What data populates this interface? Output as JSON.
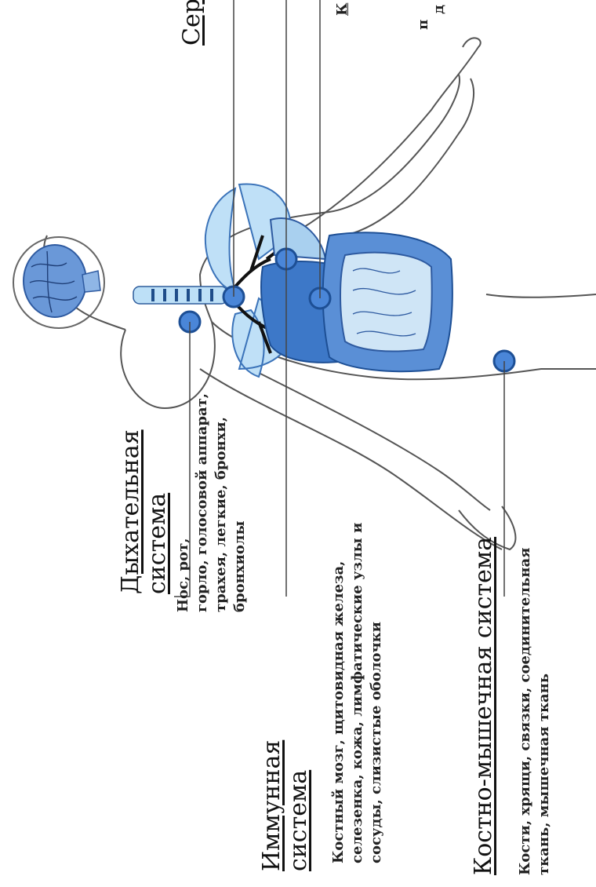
{
  "systems": [
    {
      "title_line1": "Дыхательная",
      "title_line2": "система",
      "desc_line1": "Нос, рот,",
      "desc_line2": "горло, голосовой аппарат,",
      "desc_line3": "трахея, легкие, бронхи,",
      "desc_line4": "бронхиолы"
    },
    {
      "title_line1": "Иммунная",
      "title_line2": "система",
      "desc_line1": "Костный мозг, щитовидная железа,",
      "desc_line2": "селезенка, кожа, лимфатические узлы и",
      "desc_line3": "сосуды,  слизистые оболочки"
    },
    {
      "title_line1": "Костно-мышечная система",
      "desc_line1": "Кости, хрящи, связки, соединительная",
      "desc_line2": "ткань, мышечная ткань"
    },
    {
      "title_line1": "Сер",
      "title_line2": "",
      "desc_line1": "К",
      "desc_line2": "п",
      "desc_line3": "д"
    }
  ],
  "colors": {
    "organ_light": "#a8d4f2",
    "organ_dark": "#3d78c8",
    "outline": "#555555",
    "leader": "#444444",
    "marker": "#4a86d8"
  }
}
